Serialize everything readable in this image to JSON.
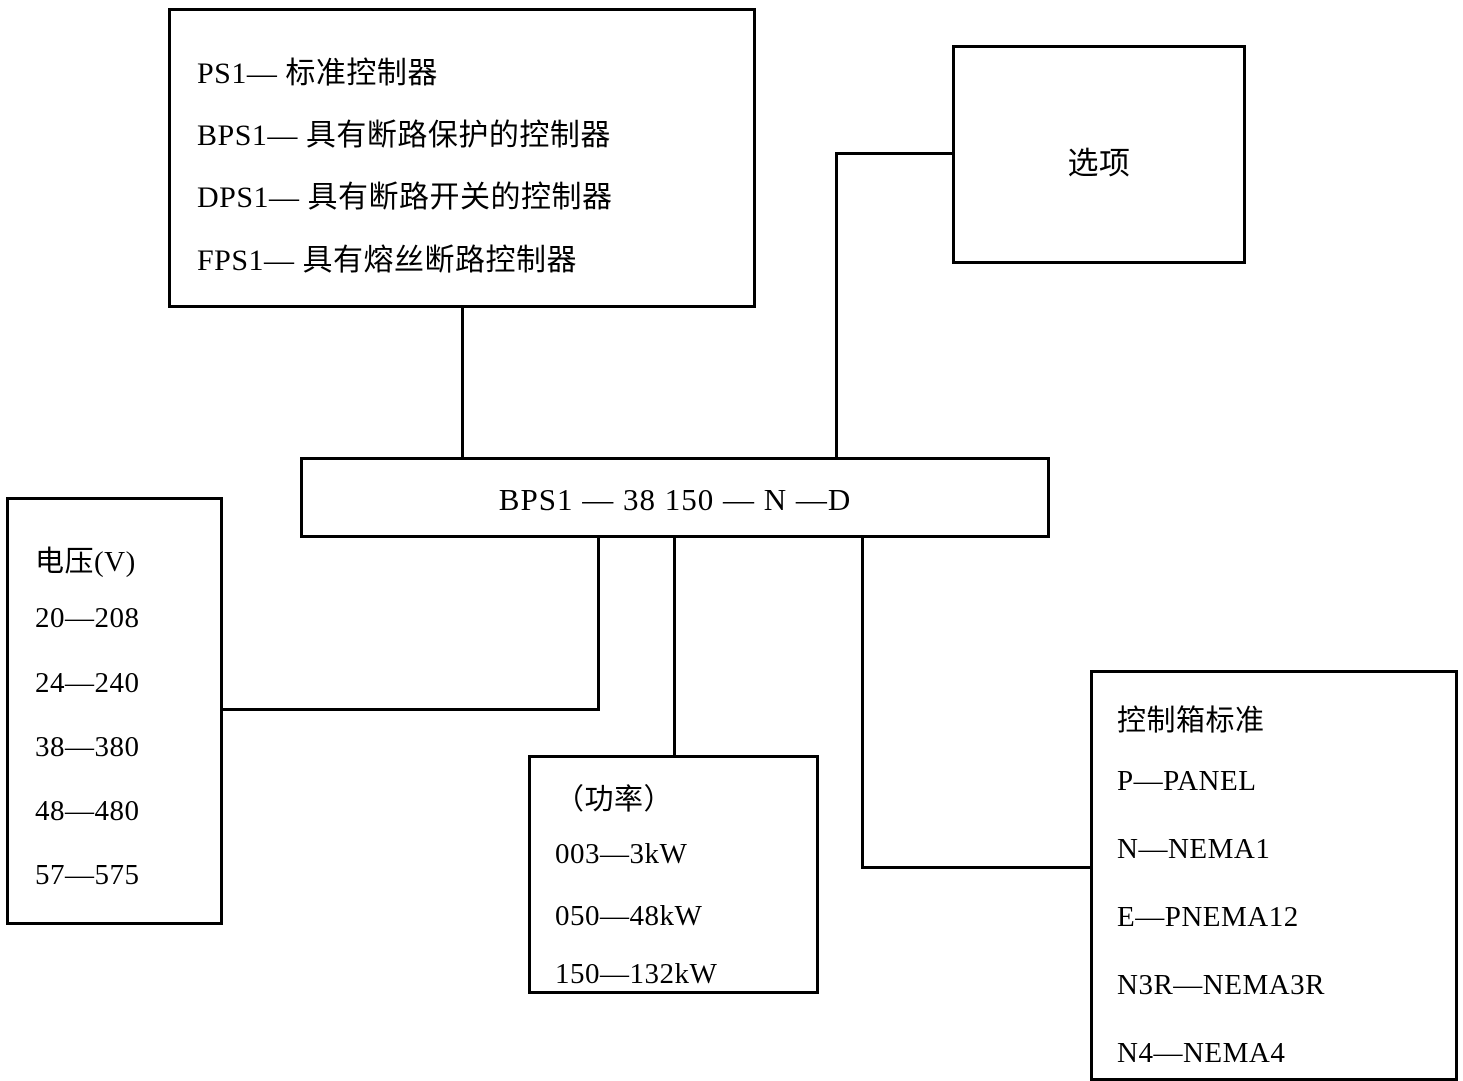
{
  "diagram": {
    "title": "PS1 series controller model code breakdown",
    "model_code": {
      "text": "BPS1 — 38   150   —    N —D"
    },
    "legend": {
      "lines": [
        "PS1— 标准控制器",
        "BPS1— 具有断路保护的控制器",
        "DPS1— 具有断路开关的控制器",
        "FPS1— 具有熔丝断路控制器"
      ]
    },
    "options": {
      "label": "选项"
    },
    "voltage": {
      "heading": "电压(V)",
      "items": [
        "20—208",
        "24—240",
        "38—380",
        "48—480",
        "57—575"
      ]
    },
    "power": {
      "heading": "（功率）",
      "items": [
        "003—3kW",
        "050—48kW",
        "150—132kW"
      ]
    },
    "enclosure": {
      "heading": "控制箱标准",
      "items": [
        "P—PANEL",
        "N—NEMA1",
        "E—PNEMA12",
        "N3R—NEMA3R",
        "N4—NEMA4"
      ]
    },
    "colors": {
      "stroke": "#000000",
      "background": "#ffffff"
    }
  }
}
